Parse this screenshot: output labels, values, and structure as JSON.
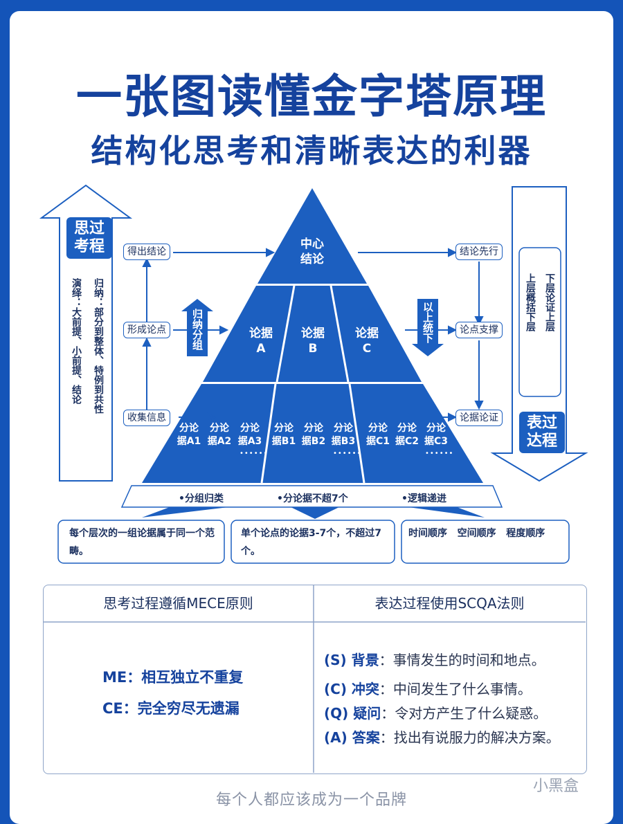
{
  "title": {
    "line1": "一张图读懂金字塔原理",
    "line2": "结构化思考和清晰表达的利器"
  },
  "left": {
    "badge": "思过\n考程",
    "col_induction": "归纳：部分到整体、特例到共性",
    "col_deduction": "演绎：大前提、小前提、结论"
  },
  "right": {
    "badge": "表过\n达程",
    "col_a": "下层论证上层",
    "col_b": "上层概括下层"
  },
  "labels": {
    "left_top": "得出结论",
    "left_mid": "形成论点",
    "left_bot": "收集信息",
    "right_top": "结论先行",
    "right_mid": "论点支撑",
    "right_bot": "论据论证",
    "arrow_up": "归纳分组",
    "arrow_down": "以上统下"
  },
  "pyramid": {
    "top": "中心\n结论",
    "mid": [
      "论据\nA",
      "论据\nB",
      "论据\nC"
    ],
    "bottom": [
      "分论\n据A1",
      "分论\n据A2",
      "分论\n据A3",
      "分论\n据B1",
      "分论\n据B2",
      "分论\n据B3",
      "分论\n据C1",
      "分论\n据C2",
      "分论\n据C3"
    ],
    "dots": "••••••"
  },
  "band": [
    "•分组归类",
    "•分论据不超7个",
    "•逻辑递进"
  ],
  "notes": [
    "每个层次的一组论据属于同一个范畴。",
    "单个论点的论据3-7个，不超过7个。",
    "时间顺序   空间顺序   程度顺序"
  ],
  "table": {
    "left_header": "思考过程遵循MECE原则",
    "right_header": "表达过程使用SCQA法则",
    "me": "ME：相互独立不重复",
    "ce": "CE：完全穷尽无遗漏",
    "scqa": [
      {
        "k": "(S) 背景",
        "v": "：事情发生的时间和地点。"
      },
      {
        "k": "(C) 冲突",
        "v": "：中间发生了什么事情。"
      },
      {
        "k": "(Q) 疑问",
        "v": "：令对方产生了什么疑惑。"
      },
      {
        "k": "(A) 答案",
        "v": "：找出有说服力的解决方案。"
      }
    ]
  },
  "footer": "每个人都应该成为一个品牌",
  "watermark": "小黑盒",
  "colors": {
    "blue": "#1454b8",
    "pyramid": "#1c5fc0",
    "dark": "#15429d"
  }
}
